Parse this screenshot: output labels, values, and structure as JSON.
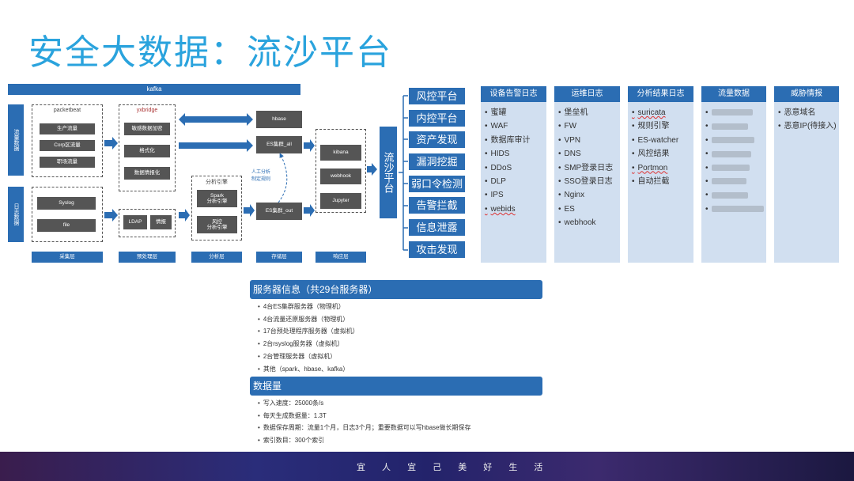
{
  "title": "安全大数据：流沙平台",
  "arch": {
    "kafka": "kafka",
    "side_top": "流量数据",
    "side_bottom": "日志数据",
    "packetbeat": "packetbeat",
    "traffic_boxes": [
      "生产流量",
      "Corp区流量",
      "职场流量"
    ],
    "log_boxes": [
      "Syslog",
      "file"
    ],
    "yxbridge": "yxbridge",
    "pre_boxes": [
      "敏感数据加密",
      "格式化",
      "数据情报化"
    ],
    "ldap": "LDAP",
    "intel": "情报",
    "engine_title": "分析引擎",
    "spark": "Spark\n分析引擎",
    "wind": "风控\n分析引擎",
    "hbase": "hbase",
    "es_all": "ES集群_all",
    "es_out": "ES集群_out",
    "manual": "人工分析\n制定规则",
    "kibana": "kibana",
    "webhook": "webhook",
    "jupyter": "Jupyter",
    "layers": [
      "采集层",
      "预处理层",
      "分析层",
      "存储层",
      "响应层"
    ]
  },
  "platform_label": "流沙平台",
  "categories": [
    "风控平台",
    "内控平台",
    "资产发现",
    "漏洞挖掘",
    "弱口令检测",
    "告警拦截",
    "信息泄露",
    "攻击发现"
  ],
  "columns": [
    {
      "header": "设备告警日志",
      "items": [
        "蜜罐",
        "WAF",
        "数据库审计",
        "HIDS",
        "DDoS",
        "DLP",
        "IPS",
        "webids"
      ]
    },
    {
      "header": "运维日志",
      "items": [
        "堡垒机",
        "FW",
        "VPN",
        "DNS",
        "SMP登录日志",
        "SSO登录日志",
        "Nginx",
        "ES",
        "webhook"
      ]
    },
    {
      "header": "分析结果日志",
      "items": [
        "suricata",
        "规则引擎",
        "ES-watcher",
        "风控结果",
        "Portmon",
        "自动拦截"
      ]
    },
    {
      "header": "流量数据",
      "items": []
    },
    {
      "header": "威胁情报",
      "items": [
        "恶意域名",
        "恶意IP(待接入)"
      ]
    }
  ],
  "servers": {
    "header": "服务器信息（共29台服务器）",
    "items": [
      "4台ES集群服务器（物理机）",
      "4台流量还原服务器（物理机）",
      "17台预处理程序服务器（虚拟机）",
      "2台rsyslog服务器（虚拟机）",
      "2台管理服务器（虚拟机）",
      "其他（spark、hbase、kafka）"
    ]
  },
  "volume": {
    "header": "数据量",
    "items": [
      "写入速度：25000条/s",
      "每天生成数据量：1.3T",
      "数据保存周期：流量1个月，日志3个月；重要数据可以写hbase做长期保存",
      "索引数目：300个索引"
    ]
  },
  "footer": "宜 人 宜 己    美 好 生 活",
  "colors": {
    "title": "#2aa3dd",
    "blue": "#2b6db3",
    "column_bg": "#d1dff0"
  }
}
